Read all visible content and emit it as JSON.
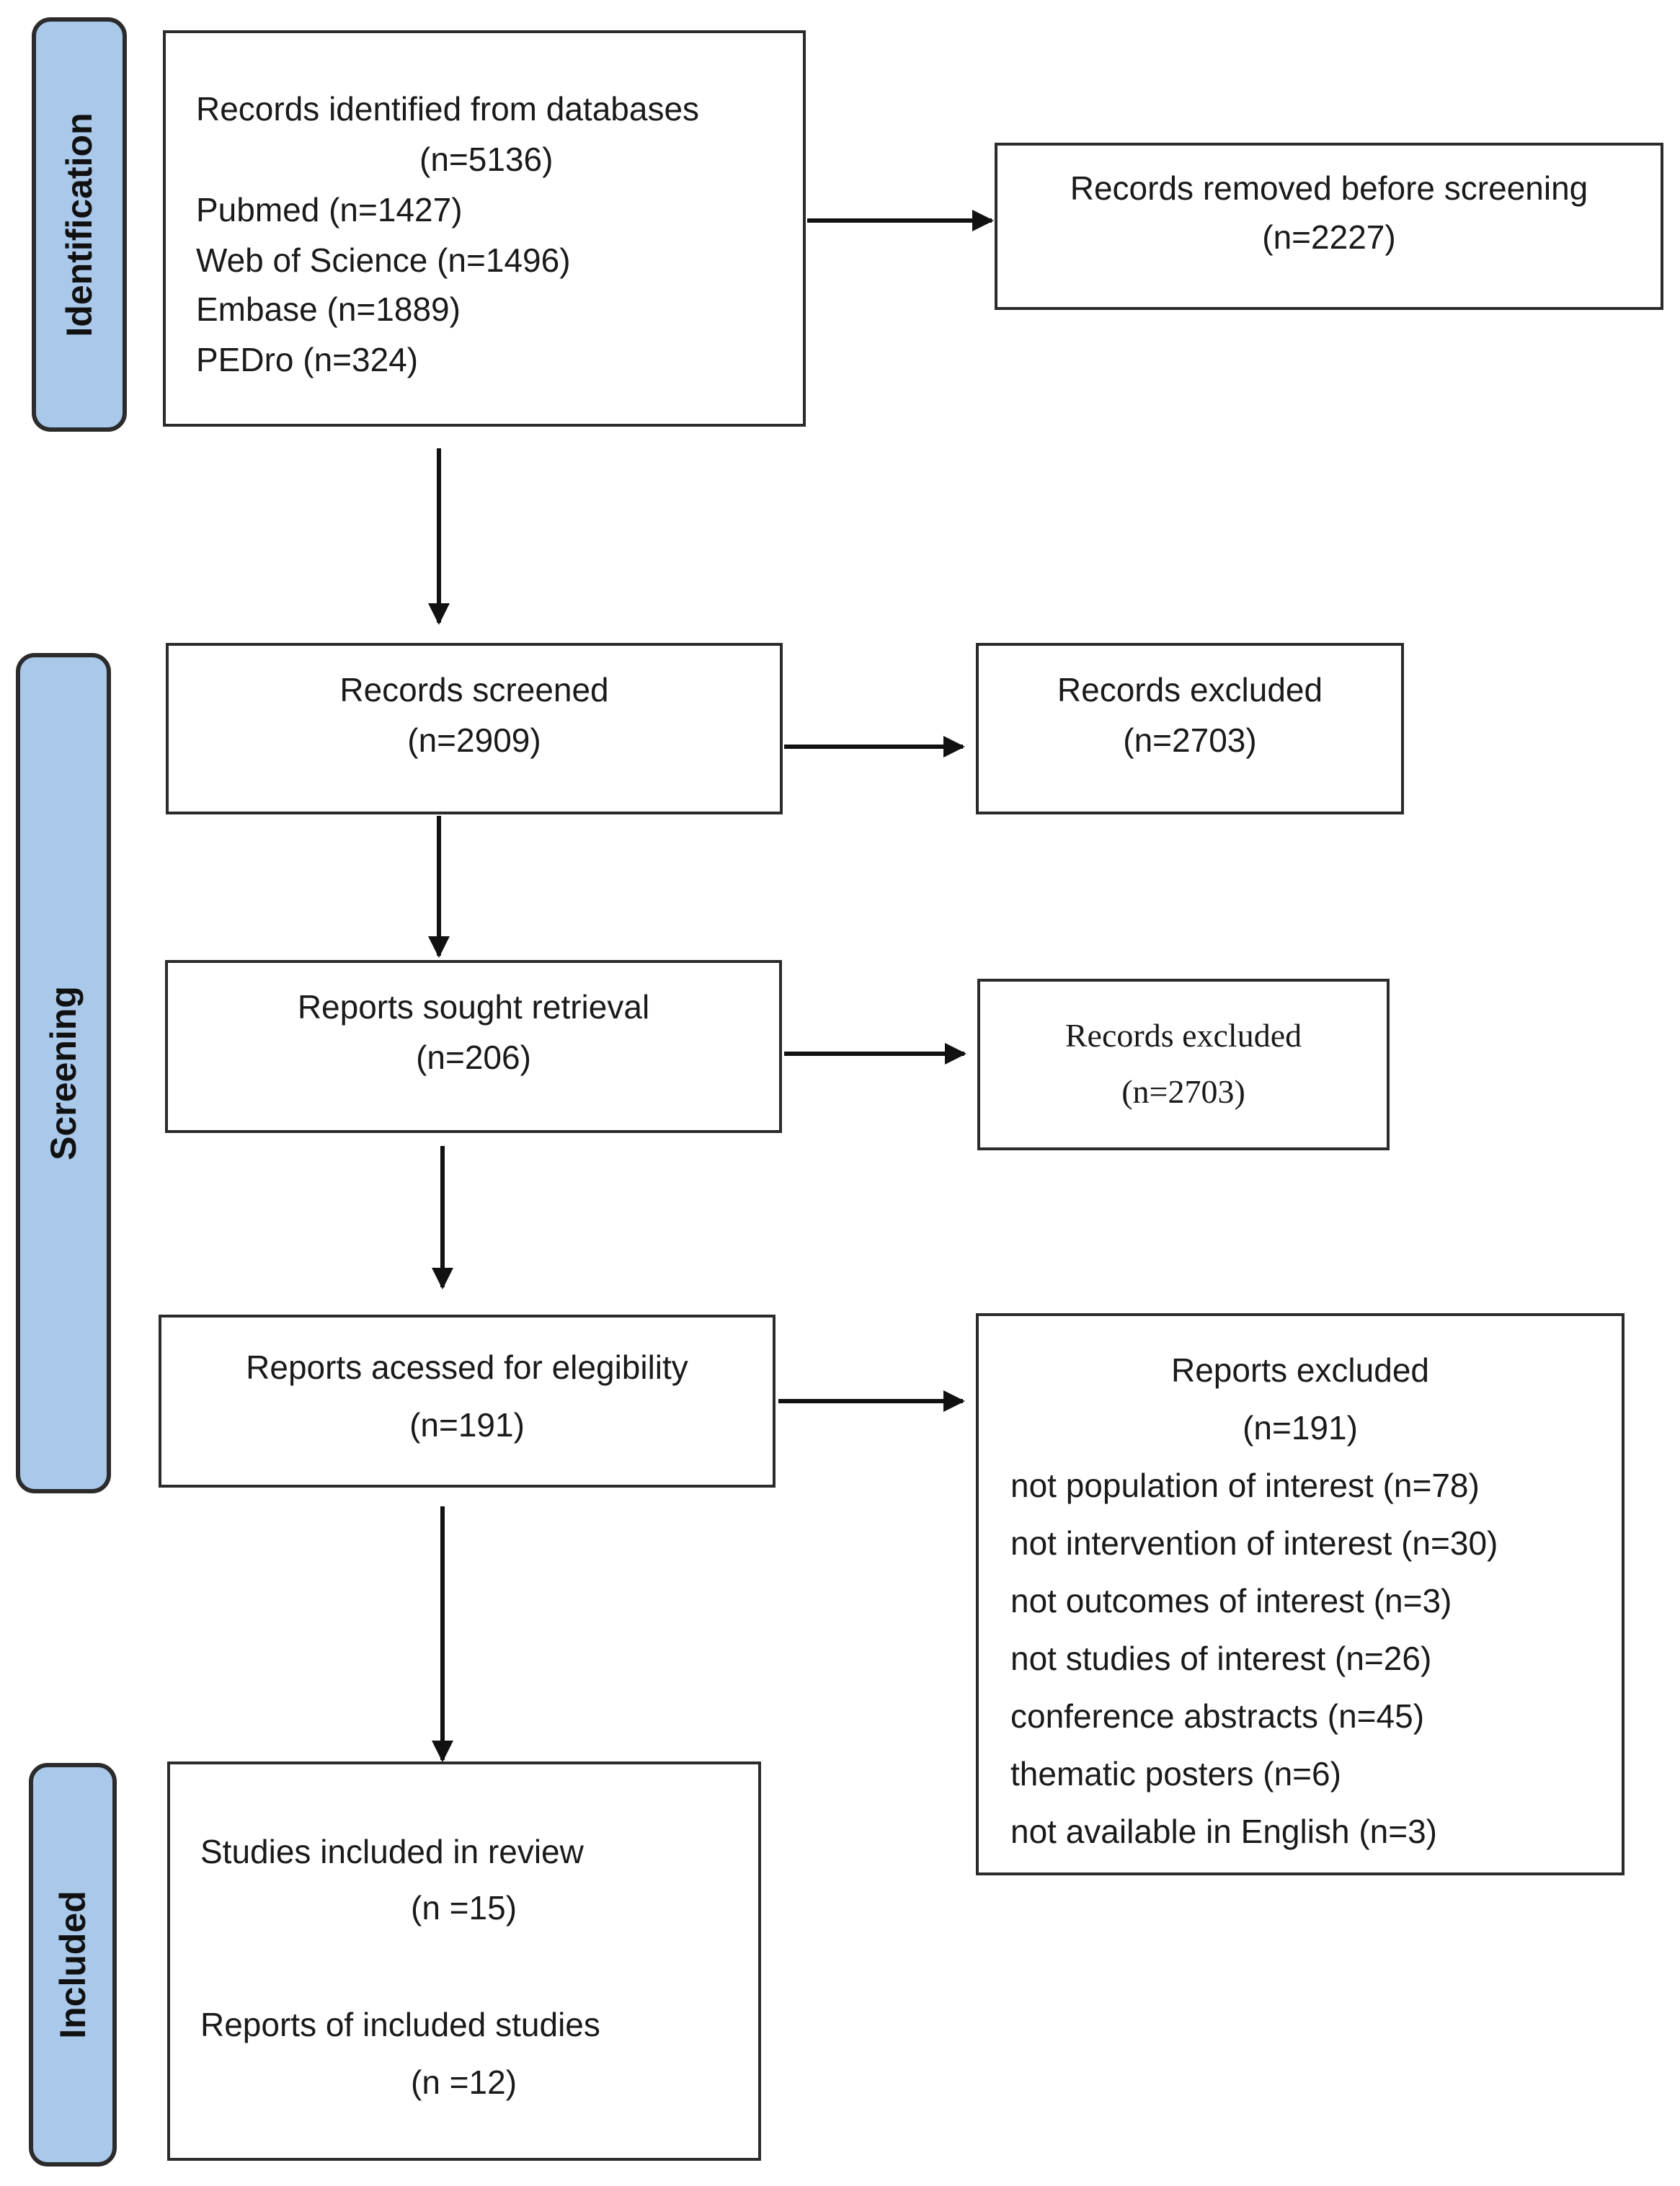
{
  "phases": {
    "identification": "Identification",
    "screening": "Screening",
    "included": "Included"
  },
  "boxes": {
    "identified": {
      "title": "Records identified from databases",
      "count": "(n=5136)",
      "sources": [
        "Pubmed (n=1427)",
        "Web of Science (n=1496)",
        "Embase (n=1889)",
        "PEDro (n=324)"
      ]
    },
    "removed": {
      "title": "Records removed before screening",
      "count": "(n=2227)"
    },
    "screened": {
      "title": "Records screened",
      "count": "(n=2909)"
    },
    "excluded_screening": {
      "title": "Records excluded",
      "count": "(n=2703)"
    },
    "sought": {
      "title": "Reports sought retrieval",
      "count": "(n=206)"
    },
    "excluded_retrieval": {
      "title": "Records excluded",
      "count": "(n=2703)"
    },
    "assessed": {
      "title": "Reports acessed for elegibility",
      "count": "(n=191)"
    },
    "excluded_reports": {
      "title": "Reports excluded",
      "count": "(n=191)",
      "reasons": [
        "not population of interest (n=78)",
        "not intervention of interest (n=30)",
        "not outcomes of interest (n=3)",
        "not studies of interest (n=26)",
        "conference abstracts (n=45)",
        "thematic posters (n=6)",
        "not available in English (n=3)"
      ]
    },
    "included": {
      "studies_label": "Studies included in review",
      "studies_count": "(n =15)",
      "reports_label": "Reports of included studies",
      "reports_count": "(n =12)"
    }
  },
  "colors": {
    "phase_fill": "#a9c8ea",
    "stroke": "#2b2b2b"
  }
}
